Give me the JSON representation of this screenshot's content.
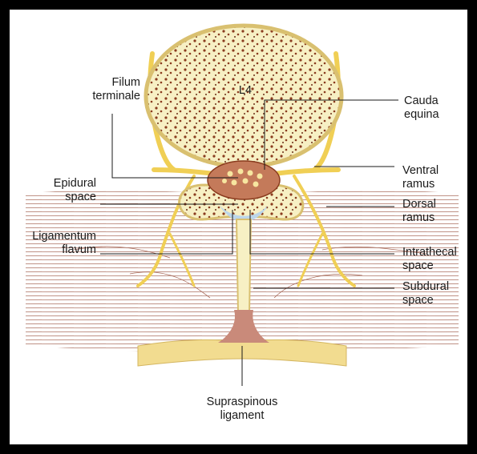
{
  "vertebra_label": "L4",
  "labels": {
    "filum_terminale": "Filum\nterminale",
    "cauda_equina": "Cauda\nequina",
    "epidural_space": "Epidural\nspace",
    "ventral_ramus": "Ventral\nramus",
    "dorsal_ramus": "Dorsal\nramus",
    "ligamentum_flavum": "Ligamentum\nflavum",
    "intrathecal_space": "Intrathecal\nspace",
    "subdural_space": "Subdural\nspace",
    "supraspinous_ligament": "Supraspinous\nligament"
  },
  "colors": {
    "bone": "#f7f0c4",
    "bone_outline": "#d9c070",
    "bone_dots": "#8a3b1e",
    "nerve": "#f0cf55",
    "dural_sac": "#c47a5a",
    "muscle": "#a86a5a",
    "fat": "#f2dc90",
    "csf": "#bcd6ea"
  }
}
